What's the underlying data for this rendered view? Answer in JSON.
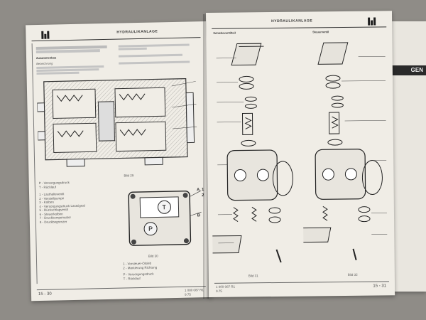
{
  "left_page": {
    "header_title": "HYDRAULIKANLAGE",
    "intro_lines": [
      "Zusammenbau",
      "Bezeichnung"
    ],
    "legend_top": [
      "P - Versorgungsdruck",
      "T - Rücklauf"
    ],
    "legend_list": [
      "1 - Lasthalteventil",
      "2 - Verstellpumpe",
      "3 - Kolben",
      "4 - Versorgungsdruck Lastsignal",
      "5 - Rückschlagventil",
      "6 - Steuerkolben",
      "7 - Druckkompensator",
      "8 - Druckbegrenzer"
    ],
    "fig_caption_1": "Bild 29",
    "fig_caption_2": "Bild 30",
    "callouts": [
      "A",
      "B",
      "1",
      "2"
    ],
    "legend_bottom": [
      "1 - Vorsteuer-Ölsieb",
      "2 - Markierung Richtung",
      "P - Versorgungsdruck",
      "T - Rücklauf"
    ],
    "page_number": "15 - 30",
    "doc_ref": "1 080 087 R1",
    "doc_ref_2": "9.75"
  },
  "right_page": {
    "header_title": "HYDRAULIKANLAGE",
    "sub_left": "Schiebeventilteil",
    "sub_right": "Steuerventil",
    "fig_caption_1": "Bild 31",
    "fig_caption_2": "Bild 32",
    "page_number": "15 - 31",
    "doc_ref": "1 080 087 R1",
    "doc_ref_2": "9.75"
  },
  "under_page": {
    "bar_text": "GEN"
  }
}
